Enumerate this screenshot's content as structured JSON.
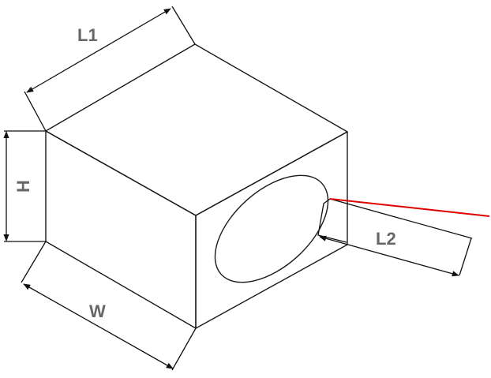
{
  "labels": {
    "l1": "L1",
    "h": "H",
    "w": "W",
    "l2": "L2"
  },
  "colors": {
    "edge": "#1a1a1a",
    "label": "#666666",
    "ray": "#e00000",
    "background": "#ffffff"
  }
}
